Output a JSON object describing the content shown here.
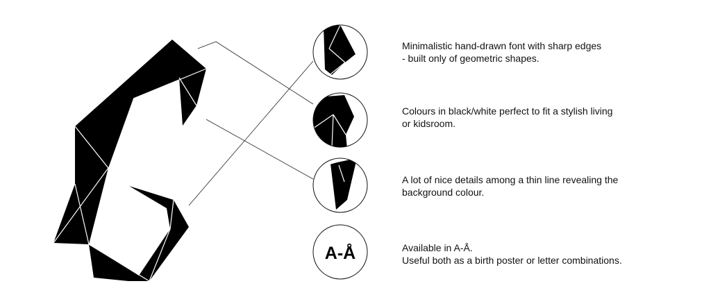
{
  "colors": {
    "ink": "#000000",
    "background": "#ffffff",
    "text": "#111111"
  },
  "badge": {
    "label": "A-Å"
  },
  "features": [
    {
      "lines": [
        "Minimalistic hand-drawn font with sharp edges",
        "- built only of geometric shapes."
      ]
    },
    {
      "lines": [
        "Colours in black/white perfect to fit a stylish living",
        "or kidsroom."
      ]
    },
    {
      "lines": [
        "A lot of nice details among a thin line revealing the",
        "background colour."
      ]
    },
    {
      "lines": [
        "Available in A-Å.",
        "Useful both as a birth poster or letter combinations."
      ]
    }
  ]
}
